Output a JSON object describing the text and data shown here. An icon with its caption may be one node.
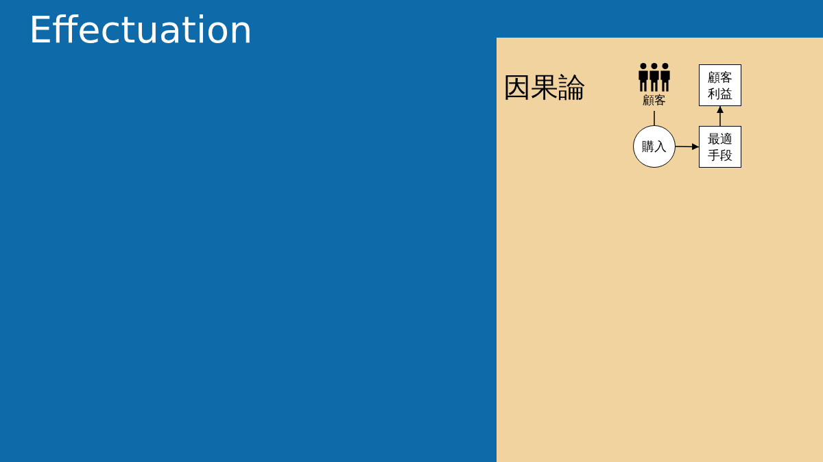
{
  "diagram": {
    "title": "Effectuation",
    "nodes": [
      {
        "text": [
          "因果論"
        ]
      },
      {
        "text": [
          "顧客"
        ],
        "in": 0
      },
      {
        "text": [
          "購入"
        ],
        "in": 0
      },
      {
        "text": [
          "最適手段"
        ],
        "in": 0
      },
      {
        "text": [
          "顧客利益"
        ],
        "in": 0
      }
    ],
    "edges": [
      {
        "from": 1,
        "to": 2,
        "arrow": "none"
      },
      {
        "from": 2,
        "to": 3,
        "arrow": "to"
      },
      {
        "from": 3,
        "to": 4,
        "arrow": "to"
      }
    ]
  }
}
